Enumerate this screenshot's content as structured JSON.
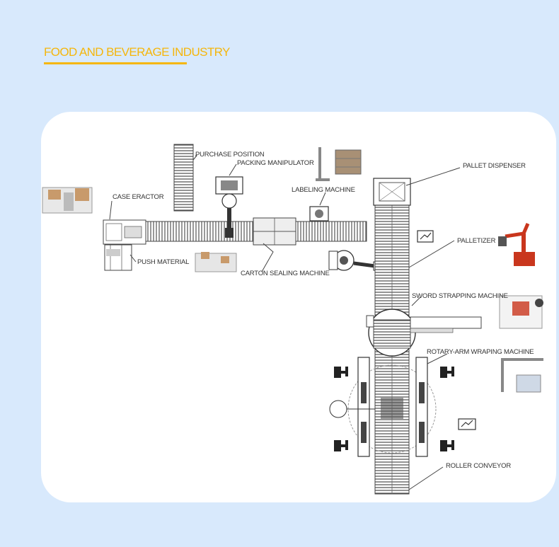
{
  "page": {
    "title": "FOOD AND BEVERAGE INDUSTRY"
  },
  "labels": {
    "purchase_position": "PURCHASE POSITION",
    "packing_manipulator": "PACKING MANIPULATOR",
    "labeling_machine": "LABELING MACHINE",
    "pallet_dispenser": "PALLET DISPENSER",
    "case_eractor": "CASE ERACTOR",
    "palletizer": "PALLETIZER",
    "push_material": "PUSH MATERIAL",
    "carton_sealing_machine": "CARTON SEALING MACHINE",
    "sword_strapping_machine": "SWORD STRAPPING MACHINE",
    "rotary_arm_wraping_machine": "ROTARY-ARM WRAPING MACHINE",
    "roller_conveyor": "ROLLER CONVEYOR"
  },
  "colors": {
    "background": "#d8e9fc",
    "accent": "#f5b60c",
    "card": "#ffffff",
    "line": "#444444",
    "robot": "#c9361d"
  }
}
